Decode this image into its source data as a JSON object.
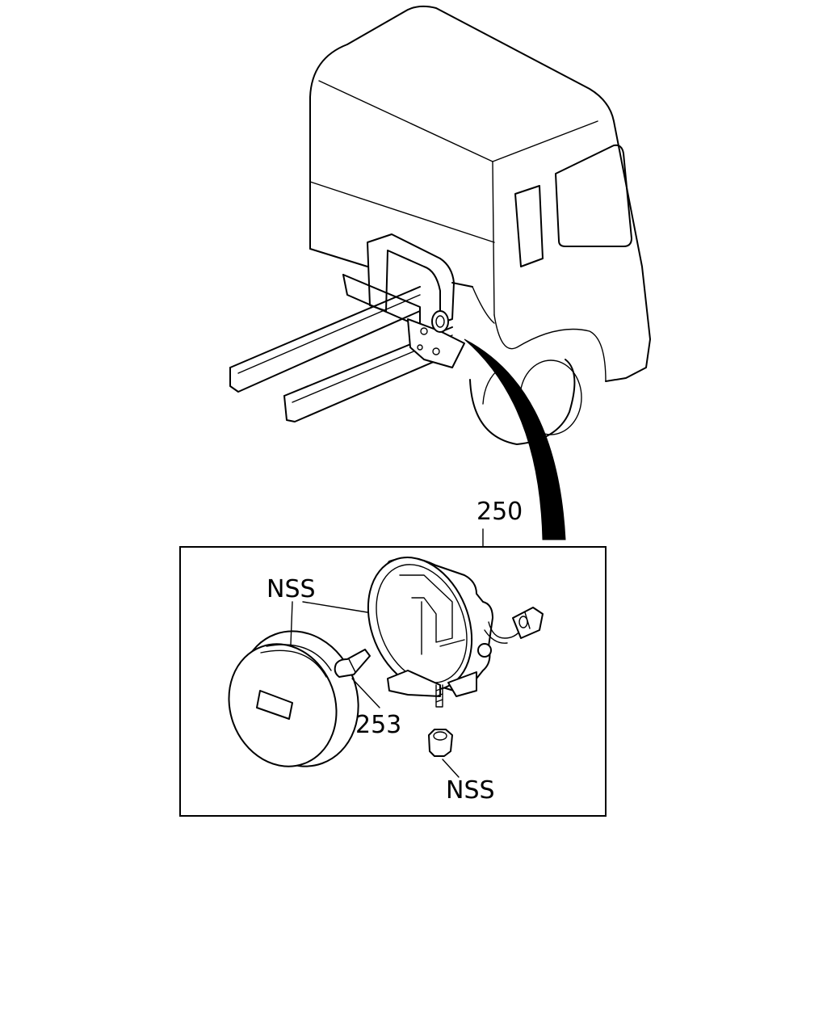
{
  "callouts": {
    "assembly": "250",
    "bulb": "253",
    "lens_nss": "NSS",
    "nut_nss": "NSS"
  }
}
